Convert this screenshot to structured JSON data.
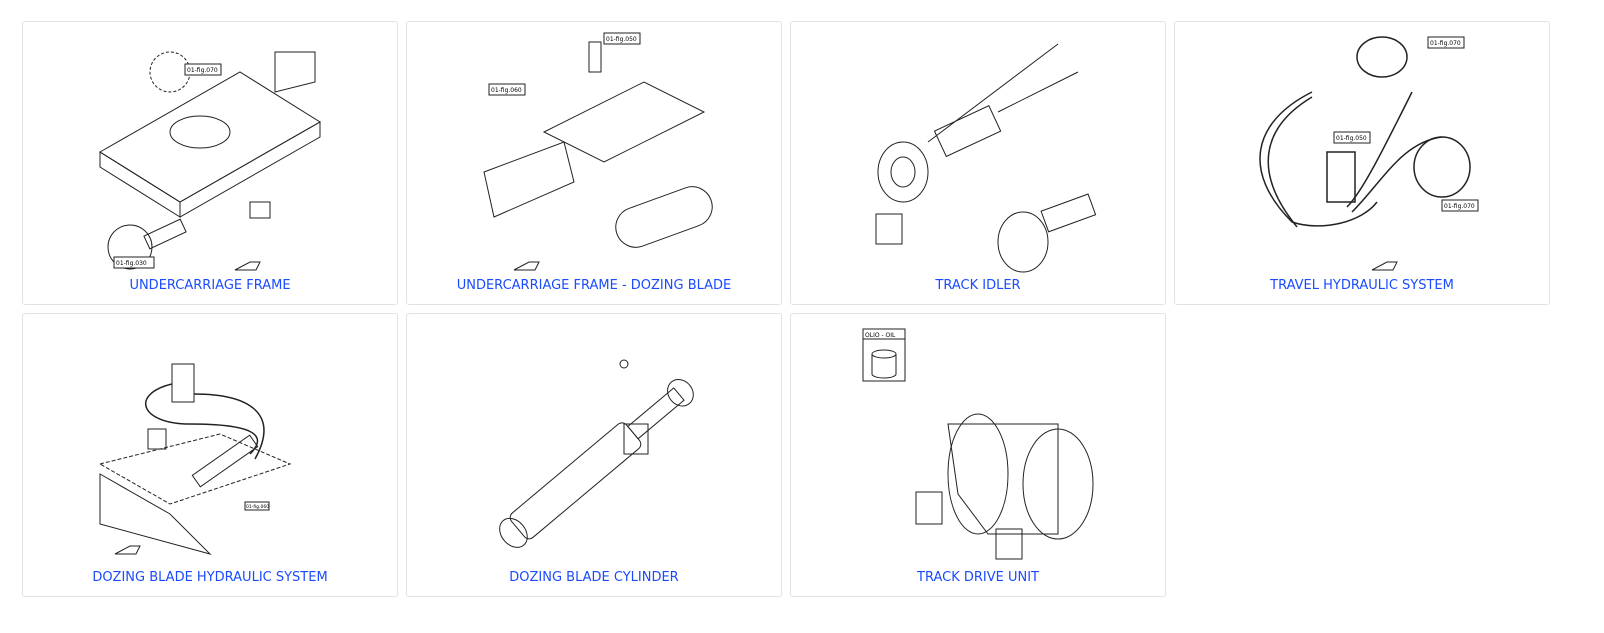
{
  "cards": [
    {
      "title": "UNDERCARRIAGE FRAME",
      "refs": [
        "01-fig.070",
        "01-fig.030"
      ]
    },
    {
      "title": "UNDERCARRIAGE FRAME - DOZING BLADE",
      "refs": [
        "01-fig.050",
        "01-fig.060"
      ]
    },
    {
      "title": "TRACK IDLER",
      "refs": []
    },
    {
      "title": "TRAVEL HYDRAULIC SYSTEM",
      "refs": [
        "01-fig.070",
        "01-fig.050",
        "01-fig.070"
      ]
    },
    {
      "title": "DOZING BLADE HYDRAULIC SYSTEM",
      "refs": [
        "01-fig.060"
      ]
    },
    {
      "title": "DOZING BLADE CYLINDER",
      "refs": []
    },
    {
      "title": "TRACK DRIVE UNIT",
      "refs": [
        "OLIO - OIL"
      ]
    }
  ]
}
